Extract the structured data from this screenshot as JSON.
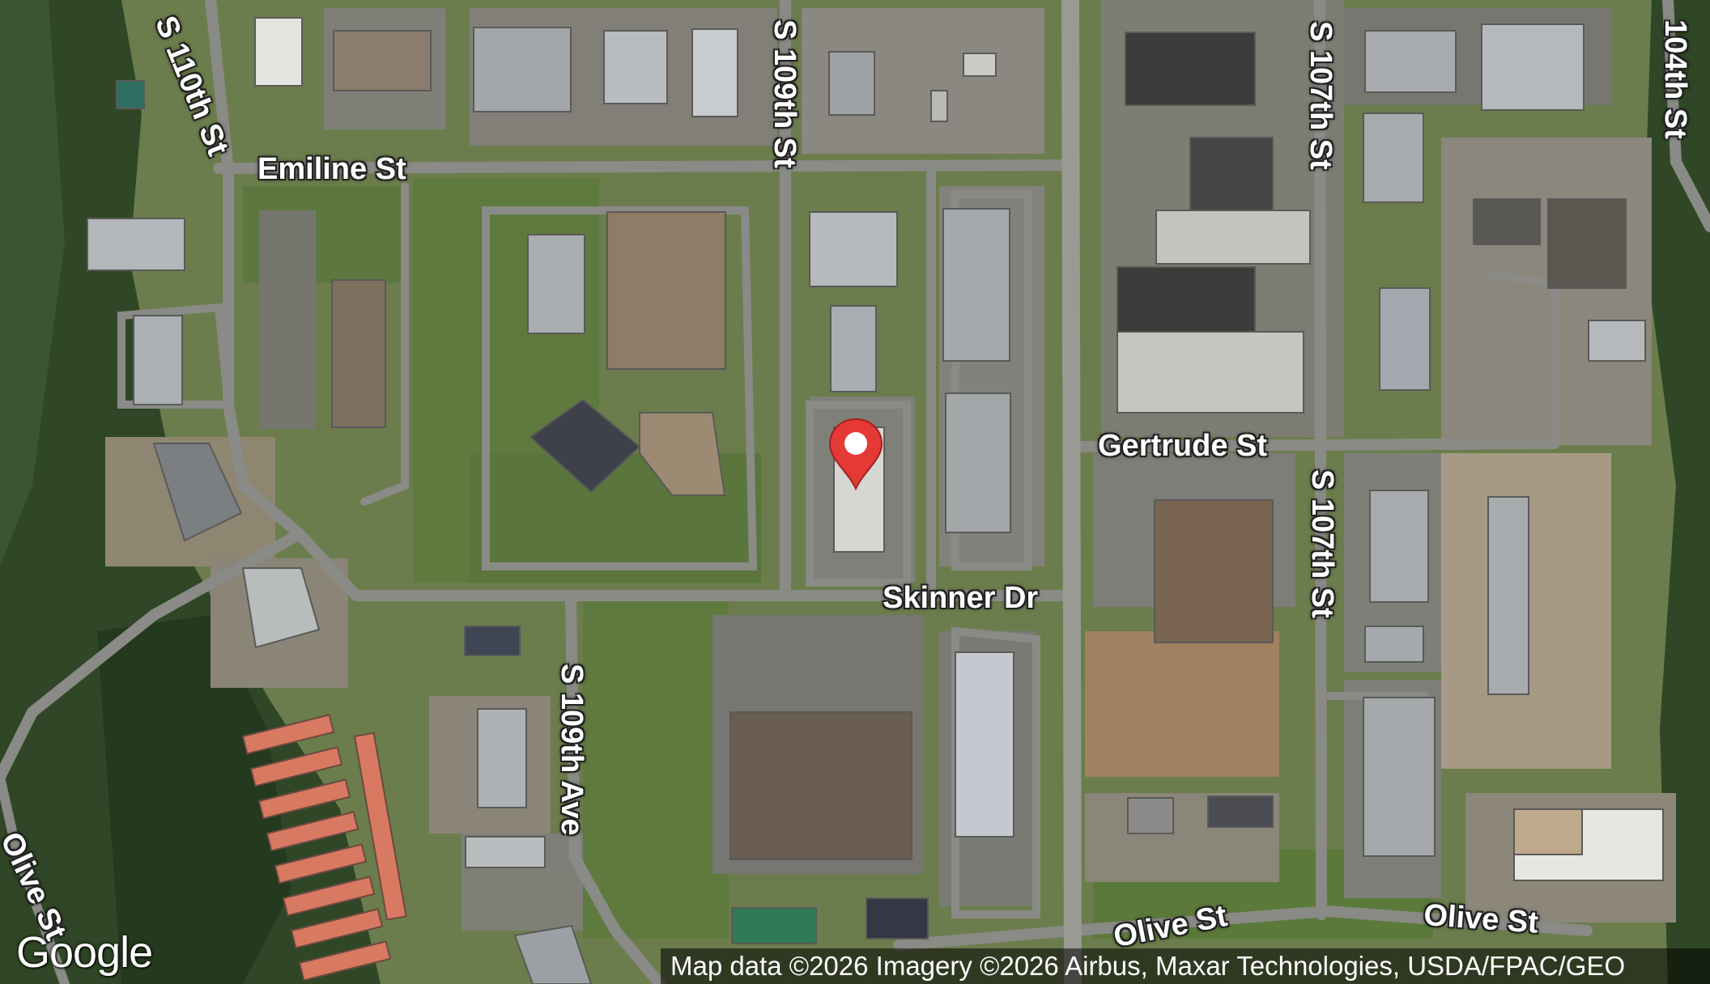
{
  "map": {
    "streets": {
      "s110th": "S 110th St",
      "emiline": "Emiline St",
      "s109th_st": "S 109th St",
      "s107th_top": "S 107th St",
      "s104th": "104th St",
      "gertrude": "Gertrude St",
      "s107th_bottom": "S 107th St",
      "skinner": "Skinner Dr",
      "s109th_ave": "S 109th Ave",
      "olive_left": "Olive St",
      "olive_center": "Olive St",
      "olive_right": "Olive St"
    },
    "logo": "Google",
    "attribution": "Map data ©2026 Imagery ©2026 Airbus, Maxar Technologies, USDA/FPAC/GEO",
    "marker_icon": "map-pin-icon",
    "colors": {
      "marker": "#e53935",
      "road": "#8a8a86",
      "grass": "#5f7a3f",
      "forest": "#2f4726"
    }
  }
}
